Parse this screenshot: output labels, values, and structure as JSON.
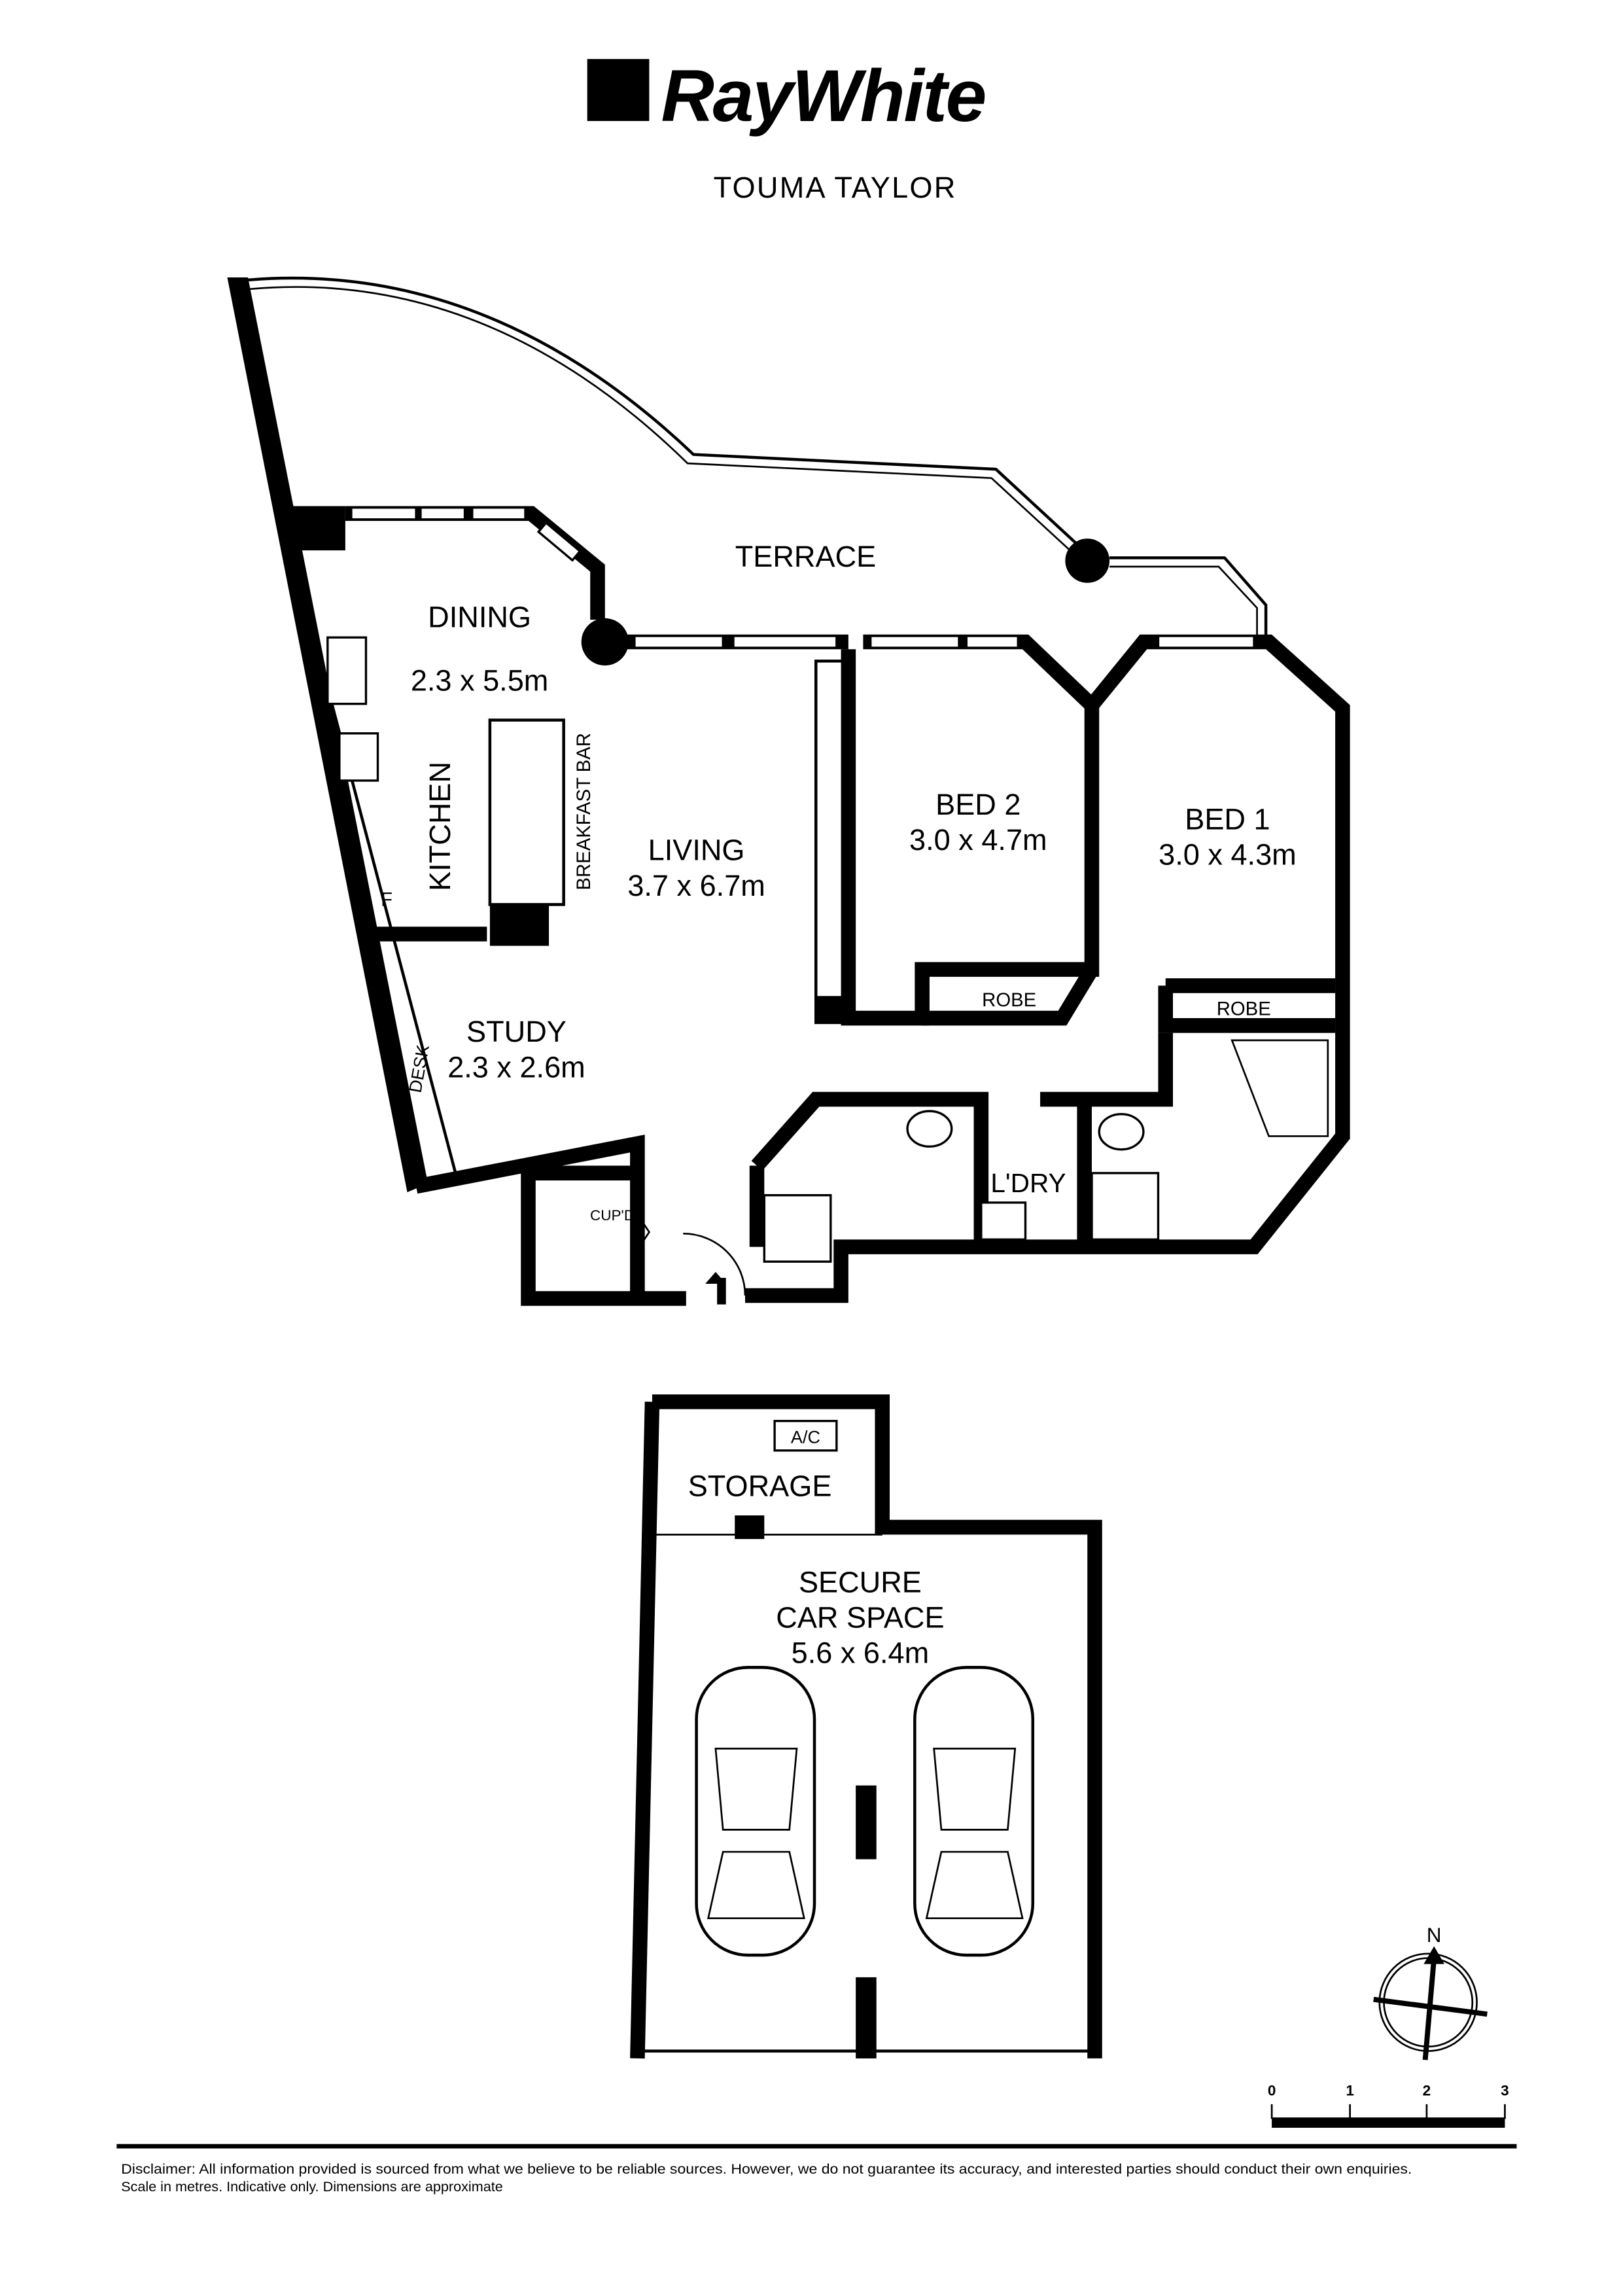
{
  "brand": {
    "name": "RayWhite",
    "office": "TOUMA TAYLOR"
  },
  "rooms": {
    "terrace": "TERRACE",
    "dining": "DINING",
    "dining_size": "2.3 x 5.5m",
    "kitchen": "KITCHEN",
    "breakfast_bar": "BREAKFAST BAR",
    "fridge": "F",
    "living": "LIVING",
    "living_size": "3.7 x 6.7m",
    "bed2": "BED 2",
    "bed2_size": "3.0 x 4.7m",
    "bed1": "BED 1",
    "bed1_size": "3.0 x 4.3m",
    "robe1": "ROBE",
    "robe2": "ROBE",
    "study": "STUDY",
    "study_size": "2.3 x 2.6m",
    "desk": "DESK",
    "cupboard": "CUP'D",
    "laundry": "L'DRY",
    "storage": "STORAGE",
    "ac": "A/C",
    "car_space_1": "SECURE",
    "car_space_2": "CAR SPACE",
    "car_space_size": "5.6 x 6.4m"
  },
  "compass": {
    "north_label": "N"
  },
  "scale_bar": {
    "unit": "metres",
    "ticks": [
      "0",
      "1",
      "2",
      "3"
    ]
  },
  "disclaimer": {
    "line1": "Disclaimer: All information provided is sourced from what we believe to be reliable sources. However, we do not guarantee  its accuracy, and interested parties should conduct their own enquiries.",
    "line2": "Scale in metres. Indicative only. Dimensions are approximate"
  }
}
